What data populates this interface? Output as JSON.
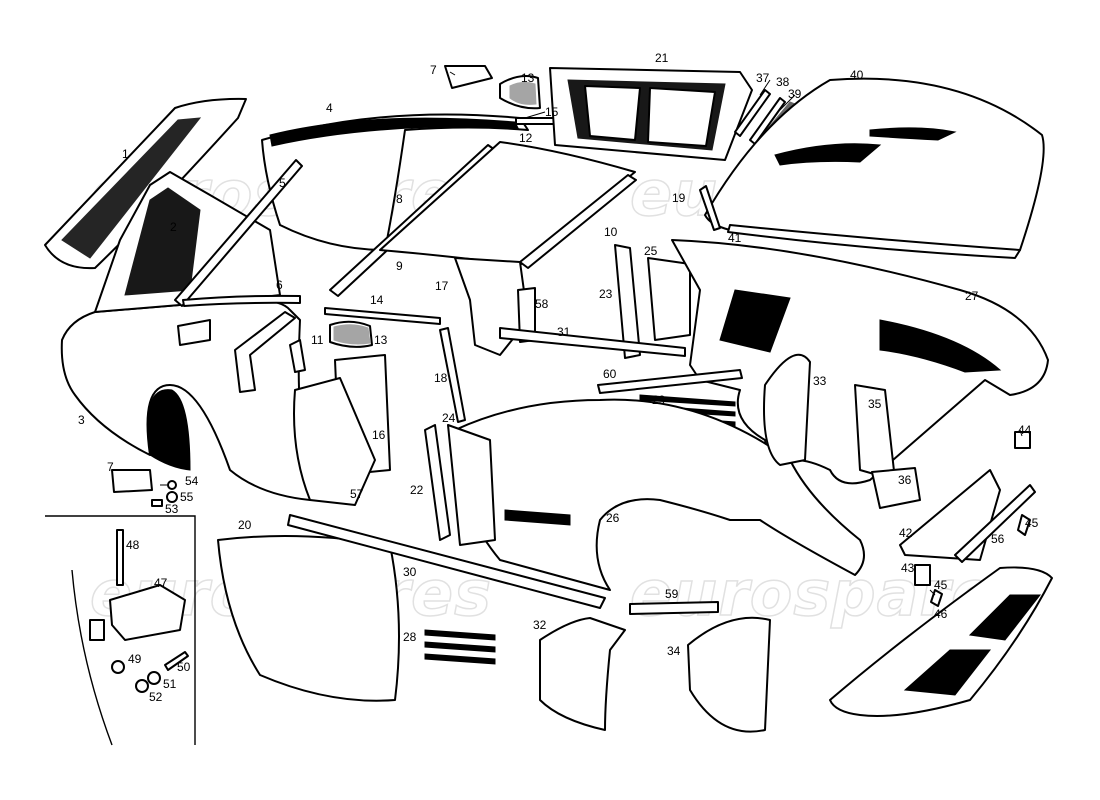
{
  "watermark": {
    "text": "eurospares"
  },
  "callouts": {
    "c1": "1",
    "c2": "2",
    "c3": "3",
    "c4": "4",
    "c5": "5",
    "c6": "6",
    "c7a": "7",
    "c7b": "7",
    "c8": "8",
    "c9": "9",
    "c10": "10",
    "c11": "11",
    "c12": "12",
    "c13a": "13",
    "c13b": "13",
    "c14": "14",
    "c15": "15",
    "c16": "16",
    "c17": "17",
    "c18": "18",
    "c19": "19",
    "c20": "20",
    "c21": "21",
    "c22": "22",
    "c23": "23",
    "c24": "24",
    "c25": "25",
    "c26": "26",
    "c27": "27",
    "c28": "28",
    "c29": "29",
    "c30": "30",
    "c31": "31",
    "c32": "32",
    "c33": "33",
    "c34": "34",
    "c35": "35",
    "c36": "36",
    "c37": "37",
    "c38": "38",
    "c39": "39",
    "c40": "40",
    "c41": "41",
    "c42": "42",
    "c43": "43",
    "c44": "44",
    "c45a": "45",
    "c45b": "45",
    "c46": "46",
    "c47": "47",
    "c48": "48",
    "c49": "49",
    "c50": "50",
    "c51": "51",
    "c52": "52",
    "c53": "53",
    "c54": "54",
    "c55": "55",
    "c56": "56",
    "c57": "57",
    "c58": "58",
    "c59": "59",
    "c60": "60"
  }
}
